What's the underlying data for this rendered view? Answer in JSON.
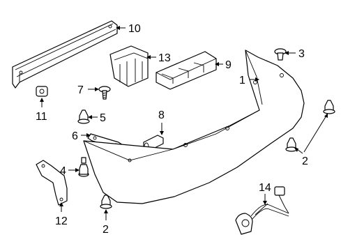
{
  "callouts": {
    "c1": "1",
    "c2a": "2",
    "c2b": "2",
    "c3": "3",
    "c4": "4",
    "c5": "5",
    "c6": "6",
    "c7": "7",
    "c8": "8",
    "c9": "9",
    "c10": "10",
    "c11": "11",
    "c12": "12",
    "c13": "13",
    "c14": "14"
  },
  "colors": {
    "line": "#000000",
    "background": "#ffffff"
  }
}
